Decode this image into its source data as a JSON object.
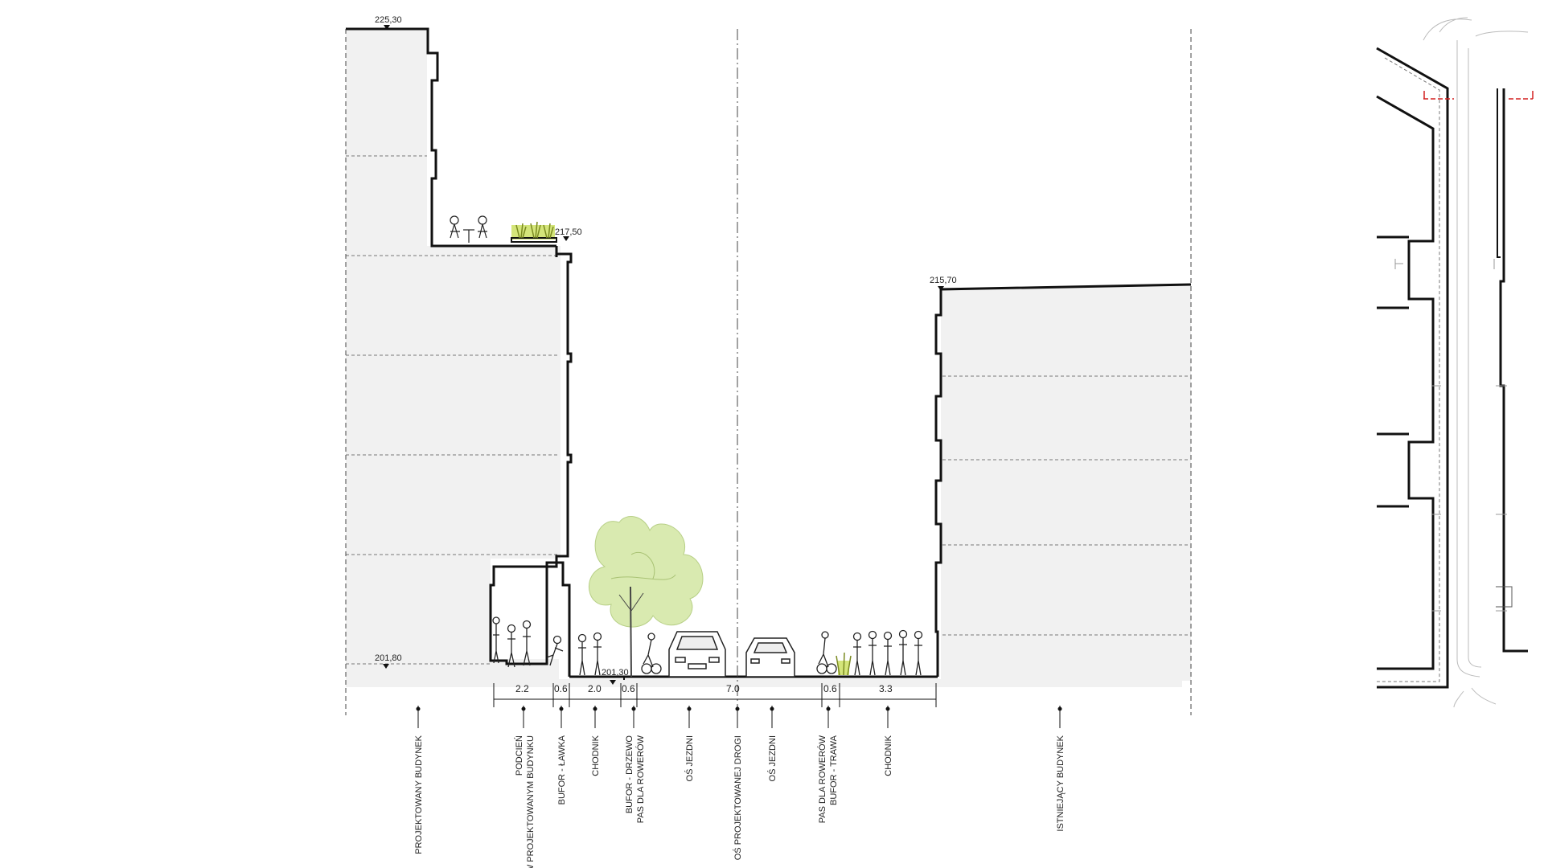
{
  "elevations": {
    "top_left": "225,30",
    "terrace": "217,50",
    "right_roof": "215,70",
    "ground_left": "201,80",
    "street": "201,30"
  },
  "dimensions": [
    {
      "id": "arcade",
      "label": "2.2"
    },
    {
      "id": "buffer-bench",
      "label": "0.6"
    },
    {
      "id": "sidewalk-left",
      "label": "2.0"
    },
    {
      "id": "buffer-tree",
      "label": "0.6"
    },
    {
      "id": "roadway",
      "label": "7.0"
    },
    {
      "id": "buffer-grass",
      "label": "0.6"
    },
    {
      "id": "sidewalk-right",
      "label": "3.3"
    }
  ],
  "labels": {
    "projected_building": "PROJEKTOWANY BUDYNEK",
    "arcade_line1": "PODCIEŃ",
    "arcade_line2": "W PROJEKTOWANYM BUDYNKU",
    "buffer_bench": "BUFOR - ŁAWKA",
    "sidewalk_left": "CHODNIK",
    "buffer_tree": "BUFOR - DRZEWO",
    "bike_lane_left": "PAS DLA ROWERÓW",
    "lane_axis_left": "OŚ JEZDNI",
    "road_axis": "OŚ PROJEKTOWANEJ DROGI",
    "lane_axis_right": "OŚ JEZDNI",
    "bike_lane_right": "PAS DLA ROWERÓW",
    "buffer_grass": "BUFOR - TRAWA",
    "sidewalk_right": "CHODNIK",
    "existing_building": "ISTNIEJĄCY BUDYNEK"
  },
  "colors": {
    "building_fill": "#f1f1f1",
    "outline": "#111111",
    "tree_foliage": "#d9eab0",
    "planter": "#d4e57a",
    "plan_marker": "#d42020"
  }
}
